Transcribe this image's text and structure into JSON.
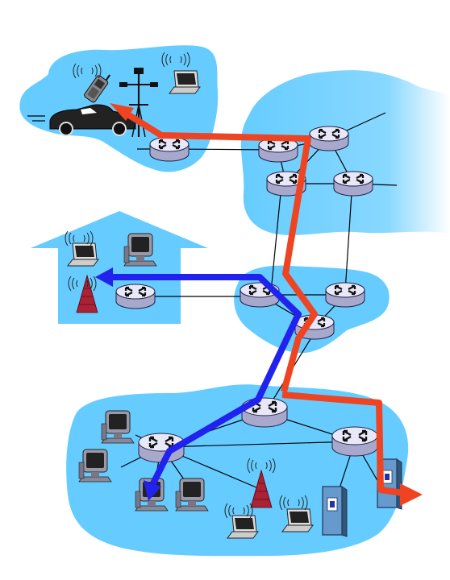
{
  "diagram": {
    "colors": {
      "background": "#ffffff",
      "cloud_fill": "#66ccff",
      "cloud_fade": "#ffffff",
      "router_top": "#e8e8f8",
      "router_side": "#a8a8cc",
      "router_stroke": "#222244",
      "link": "#000000",
      "path_red": "#ee4422",
      "path_blue": "#2222ee",
      "tower": "#aa2233",
      "server": "#6699cc",
      "server_dark": "#223355",
      "monitor": "#9999aa",
      "screen": "#222222",
      "laptop_body": "#dddddd",
      "car": "#222222"
    },
    "networks": [
      {
        "id": "mobile-network",
        "kind": "cloud"
      },
      {
        "id": "global-isp",
        "kind": "cloud-faded"
      },
      {
        "id": "home-network",
        "kind": "house"
      },
      {
        "id": "regional-isp",
        "kind": "cloud"
      },
      {
        "id": "institutional-network",
        "kind": "cloud"
      }
    ],
    "icons": [
      "router-icon",
      "cell-phone-icon",
      "car-icon",
      "cell-tower-icon",
      "laptop-icon",
      "desktop-pc-icon",
      "wireless-waves-icon",
      "server-icon"
    ],
    "paths": [
      {
        "name": "red-path",
        "color": "#ee4422"
      },
      {
        "name": "blue-path",
        "color": "#2222ee"
      }
    ]
  }
}
